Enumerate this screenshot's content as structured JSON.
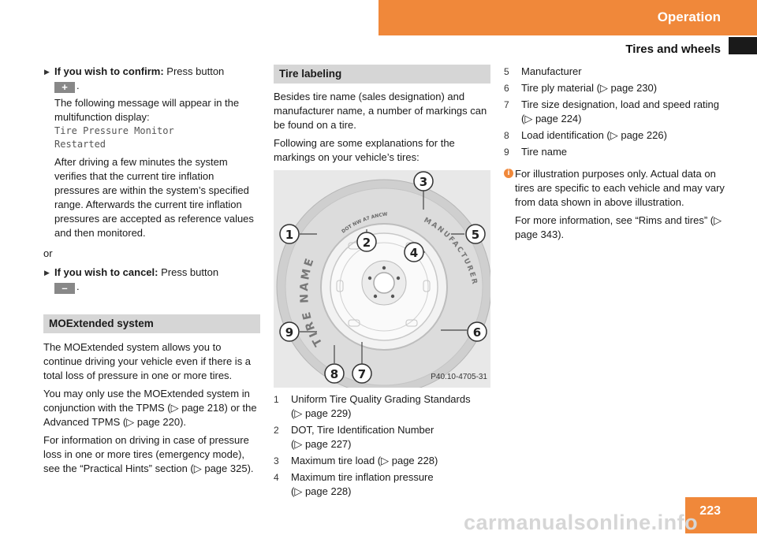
{
  "header": {
    "section": "Operation",
    "subsection": "Tires and wheels",
    "page_number": "223"
  },
  "watermark": "carmanualsonline.info",
  "col1": {
    "confirm_lead": "If you wish to confirm:",
    "confirm_text": "Press button",
    "plus_glyph": "+",
    "after_plus": ".",
    "message_intro": "The following message will appear in the multifunction display:",
    "display_line1": "Tire Pressure Monitor",
    "display_line2": "Restarted",
    "after_drive": "After driving a few minutes the system verifies that the current tire inflation pressures are within the system’s specified range. Afterwards the current tire inflation pressures are accepted as reference values and then monitored.",
    "or": "or",
    "cancel_lead": "If you wish to cancel:",
    "cancel_text": "Press button",
    "minus_glyph": "–",
    "after_minus": ".",
    "moe_heading": "MOExtended system",
    "moe_p1": "The MOExtended system allows you to continue driving your vehicle even if there is a total loss of pressure in one or more tires.",
    "moe_p2": "You may only use the MOExtended system in conjunction with the TPMS (▷ page 218) or the Advanced TPMS (▷ page 220).",
    "moe_p3": "For information on driving in case of pressure loss in one or more tires (emergency mode), see the “Practical Hints” section (▷ page 325)."
  },
  "col2": {
    "heading": "Tire labeling",
    "p1": "Besides tire name (sales designation) and manufacturer name, a number of markings can be found on a tire.",
    "p2": "Following are some explanations for the markings on your vehicle’s tires:",
    "figure_code": "P40.10-4705-31",
    "tire_text_name": "TIRE NAME",
    "tire_text_mfr": "MANUFACTURER",
    "tire_text_dot": "DOT NW A7 ANCW",
    "callouts": [
      "1",
      "2",
      "3",
      "4",
      "5",
      "6",
      "7",
      "8",
      "9"
    ],
    "legend": [
      {
        "num": "1",
        "line1": "Uniform Tire Quality Grading Standards",
        "line2": "(▷ page 229)"
      },
      {
        "num": "2",
        "line1": "DOT, Tire Identification Number",
        "line2": "(▷ page 227)"
      },
      {
        "num": "3",
        "line1": "Maximum tire load (▷ page 228)",
        "line2": ""
      },
      {
        "num": "4",
        "line1": "Maximum tire inflation pressure",
        "line2": "(▷ page 228)"
      }
    ]
  },
  "col3": {
    "legend": [
      {
        "num": "5",
        "text": "Manufacturer"
      },
      {
        "num": "6",
        "text": "Tire ply material (▷ page 230)"
      },
      {
        "num": "7",
        "text": "Tire size designation, load and speed rating (▷ page 224)"
      },
      {
        "num": "8",
        "text": "Load identification (▷ page 226)"
      },
      {
        "num": "9",
        "text": "Tire name"
      }
    ],
    "info_icon": "i",
    "info_p1": "For illustration purposes only. Actual data on tires are specific to each vehicle and may vary from data shown in above illustration.",
    "info_p2": "For more information, see “Rims and tires” (▷ page 343)."
  }
}
